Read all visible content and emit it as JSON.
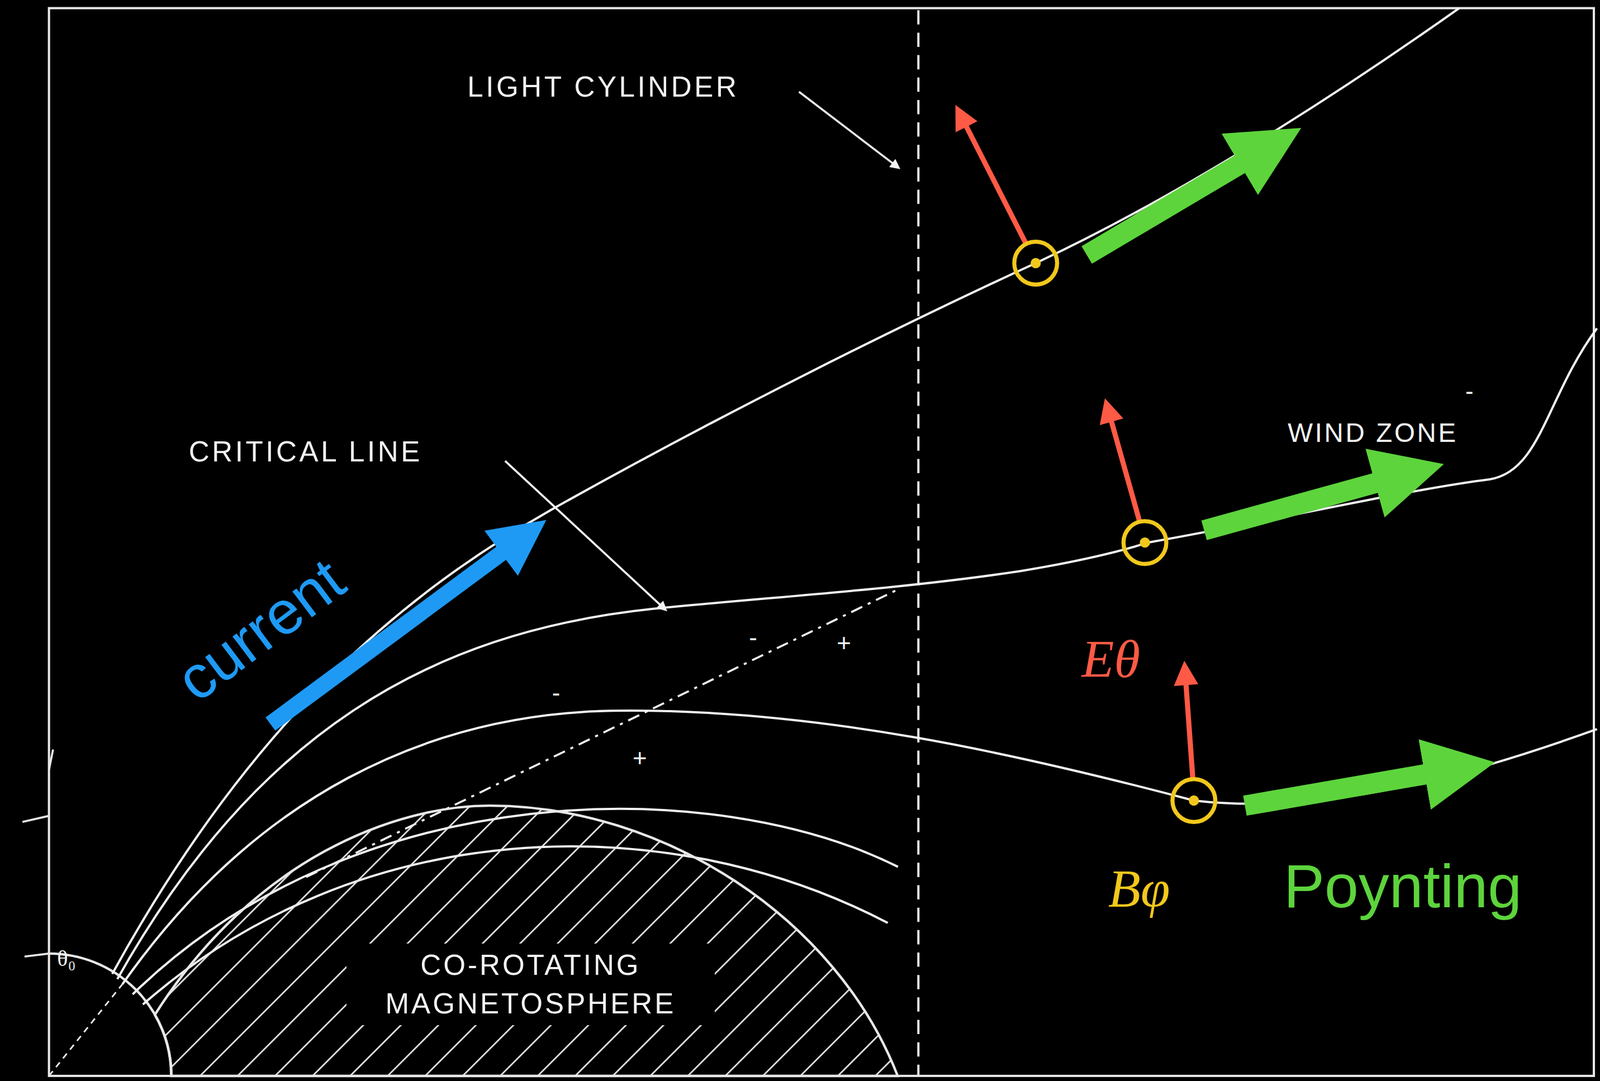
{
  "diagram": {
    "nodes": [
      {
        "text": [
          "CO-ROTATING MAGNETOSPHERE"
        ]
      }
    ],
    "labels": [
      "LIGHT CYLINDER",
      "CRITICAL LINE",
      "WIND ZONE",
      "current",
      "Eθ",
      "Bφ",
      "Poynting",
      "θ₀",
      "-",
      "+",
      "-",
      "+",
      "-"
    ]
  }
}
